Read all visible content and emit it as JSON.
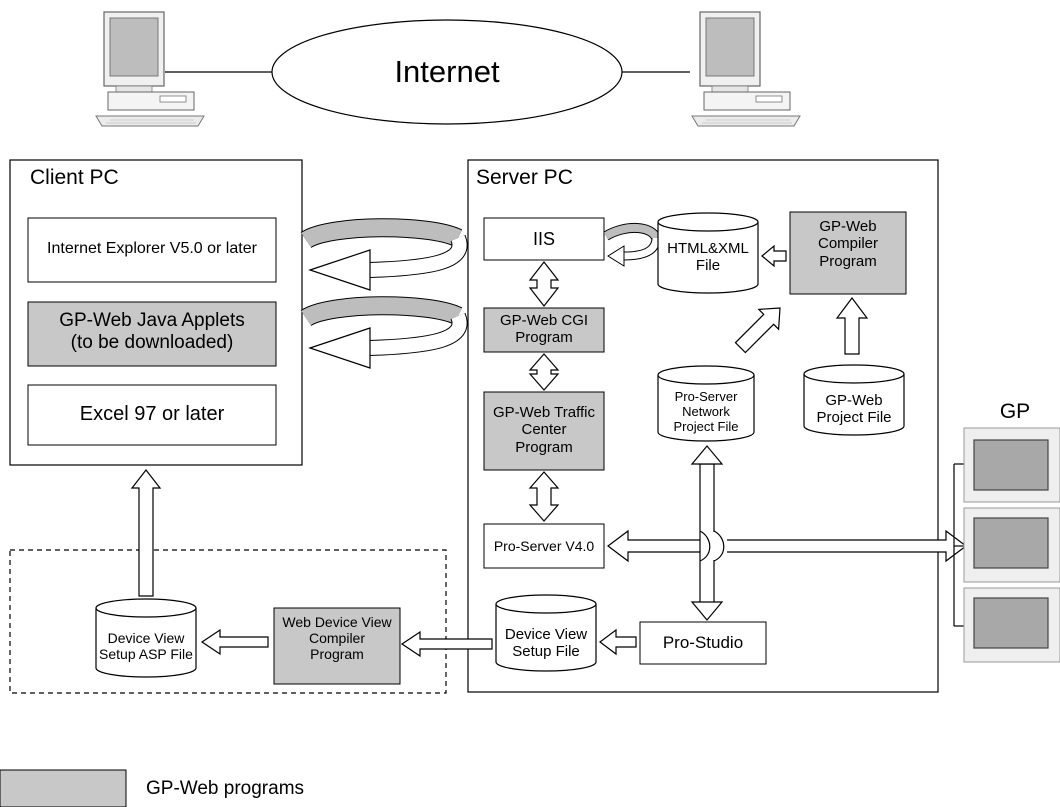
{
  "colors": {
    "program_fill": "#c8c8c8",
    "line": "#000000",
    "background": "#ffffff",
    "screen": "#a8a8a8"
  },
  "icons": [
    "computer-icon",
    "computer-icon",
    "database-cylinder-icon",
    "gp-display-panel-icon"
  ],
  "internet": {
    "label": "Internet"
  },
  "client_pc": {
    "title": "Client PC",
    "internet_explorer": "Internet Explorer V5.0 or later",
    "java_applets": "GP-Web Java Applets\n(to be downloaded)",
    "excel": "Excel 97 or later"
  },
  "server_pc": {
    "title": "Server PC",
    "iis": "IIS",
    "html_xml_file": "HTML&XML\nFile",
    "compiler_program": "GP-Web\nCompiler\nProgram",
    "cgi_program": "GP-Web CGI\nProgram",
    "traffic_center": "GP-Web Traffic\nCenter\nProgram",
    "network_project_file": "Pro-Server\nNetwork\nProject File",
    "gpweb_project_file": "GP-Web\nProject File",
    "pro_server": "Pro-Server V4.0",
    "device_view_setup_file": "Device  View\nSetup  File",
    "pro_studio": "Pro-Studio"
  },
  "device_view": {
    "compiler_program": "Web Device View\nCompiler\nProgram",
    "asp_file": "Device View\nSetup ASP File"
  },
  "gp": {
    "label": "GP"
  },
  "legend": {
    "label": "GP-Web programs"
  }
}
